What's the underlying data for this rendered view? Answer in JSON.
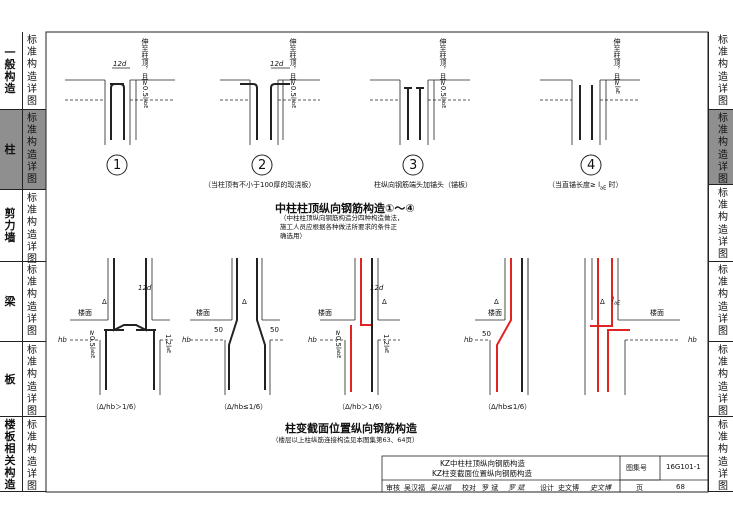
{
  "left_tabs": [
    {
      "big": "一般构造",
      "small": "标准构造详图",
      "active": false
    },
    {
      "big": "柱",
      "small": "标准构造详图",
      "active": true
    },
    {
      "big": "剪力墙",
      "small": "标准构造详图",
      "active": false
    },
    {
      "big": "梁",
      "small": "标准构造详图",
      "active": false
    },
    {
      "big": "板",
      "small": "标准构造详图",
      "active": false
    },
    {
      "big": "楼板相关构造",
      "small": "标准构造详图",
      "active": false
    }
  ],
  "right_tabs": [
    "标准构造详图",
    "标准构造详图",
    "标准构造详图",
    "标准构造详图",
    "标准构造详图",
    "标准构造详图"
  ],
  "top": {
    "dim_12d": "12d",
    "anchor_label": "伸至柱顶，且≥0.5l",
    "anchor_sub": "abE",
    "anchor_label4": "伸至柱顶，且≥l",
    "anchor_sub4": "aE",
    "num1": "1",
    "num2": "2",
    "num3": "3",
    "num4": "4",
    "cap2": "（当柱顶有不小于100厚的现浇板）",
    "cap3": "柱纵向钢筋端头加锚头（锚板）",
    "cap4": "（当直锚长度≥ l",
    "cap4_sub": "aE",
    "cap4_end": " 时）",
    "title": "中柱柱顶纵向钢筋构造①～④",
    "note1": "（中柱柱顶纵向钢筋构造分四种构造做法，",
    "note2": "施工人员应根据各种做法所要求的条件正",
    "note3": "确选用）"
  },
  "bottom": {
    "floor": "楼面",
    "delta": "Δ",
    "dim_12d": "12d",
    "dim_50": "50",
    "hb": "hb",
    "lae_label": "≥0.5l",
    "lae_sub": "abE",
    "l2": "1.2l",
    "l2_sub": "aE",
    "le": "l",
    "le_sub": "aE",
    "caps": [
      "（Δ/hb＞1/6）",
      "（Δ/hb≤1/6）",
      "（Δ/hb＞1/6）",
      "（Δ/hb≤1/6）"
    ],
    "title": "柱变截面位置纵向钢筋构造",
    "subtitle": "（楼层以上柱纵筋连接构造见本图集第63、64页）"
  },
  "title_block": {
    "line1": "KZ中柱柱顶纵向钢筋构造",
    "line2": "KZ柱变截面位置纵向钢筋构造",
    "atlas_label": "图集号",
    "atlas_no": "16G101-1",
    "review": "审核",
    "reviewer": "吴汉福",
    "reviewer_sign": "吴以福",
    "check": "校对",
    "checker": "罗 斌",
    "checker_sign": "罗 斌",
    "design": "设计",
    "designer": "史文博",
    "designer_sign": "史文博",
    "page_label": "页",
    "page_no": "68"
  },
  "colors": {
    "rebar_red": "#e02424",
    "tab_active": "#8f8f8f",
    "line": "#222222"
  }
}
